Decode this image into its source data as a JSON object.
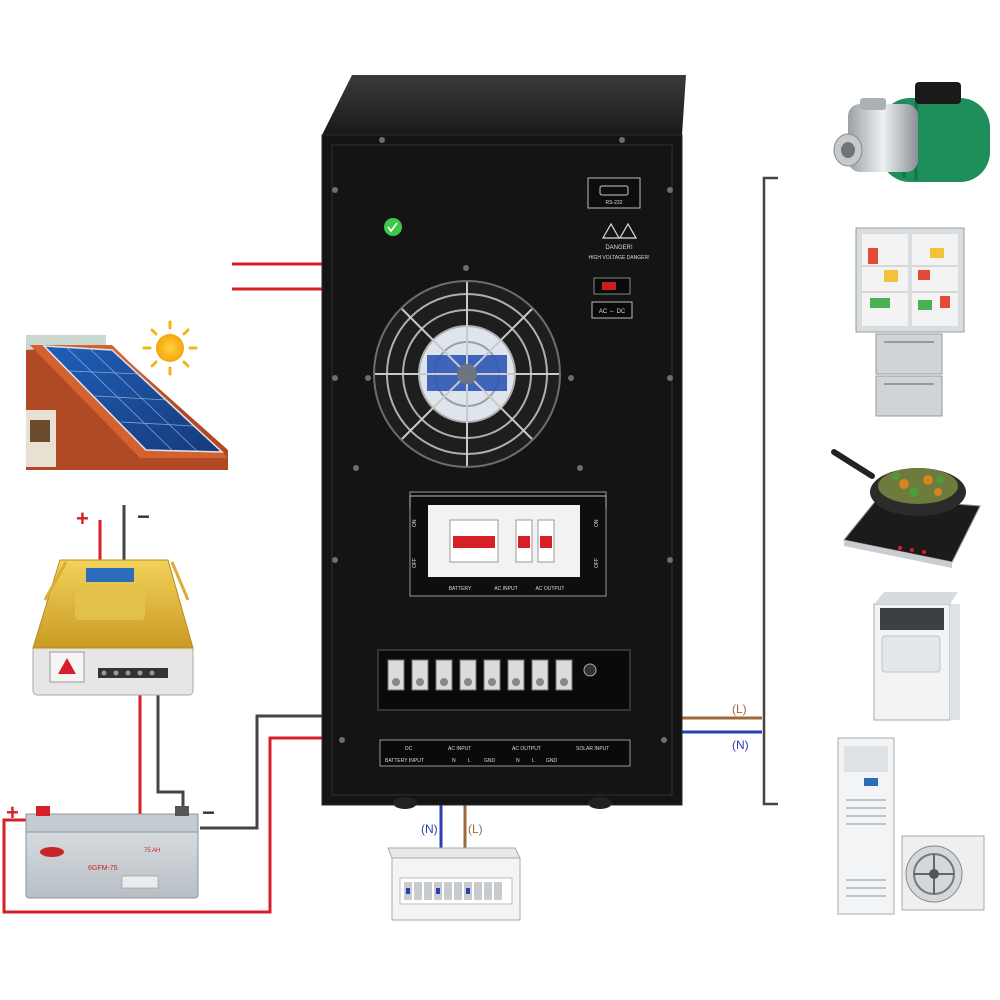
{
  "inverter": {
    "rs232_label": "RS-232",
    "danger_title": "DANGER!",
    "danger_subtitle": "HIGH VOLTAGE DANGER!",
    "ac_dc_label": "AC ⇔ DC",
    "switch_on": "ON",
    "switch_off": "OFF",
    "breaker_labels": [
      "BATTERY",
      "AC INPUT",
      "AC OUTPUT"
    ],
    "terminal_labels": {
      "dc": "DC",
      "battery_input": "BATTERY INPUT",
      "ac_input": "AC INPUT",
      "ac_output": "AC OUTPUT",
      "solar_input": "SOLAR INPUT",
      "n": "N",
      "l": "L",
      "gnd": "GND"
    }
  },
  "wires": {
    "live_label": "(L)",
    "neutral_label": "(N)",
    "plus": "+",
    "minus": "−"
  },
  "battery": {
    "model": "6GFM-75",
    "rating": "75 AH"
  },
  "colors": {
    "red_wire": "#d61f26",
    "dark_wire": "#444444",
    "neutral_wire": "#2a3fb0",
    "live_wire": "#9c6a3c",
    "cabinet": "#141414",
    "status_led": "#3bc94a"
  },
  "appliances": [
    "water-pump",
    "refrigerator",
    "induction-cooker",
    "washing-machine",
    "air-conditioner"
  ]
}
